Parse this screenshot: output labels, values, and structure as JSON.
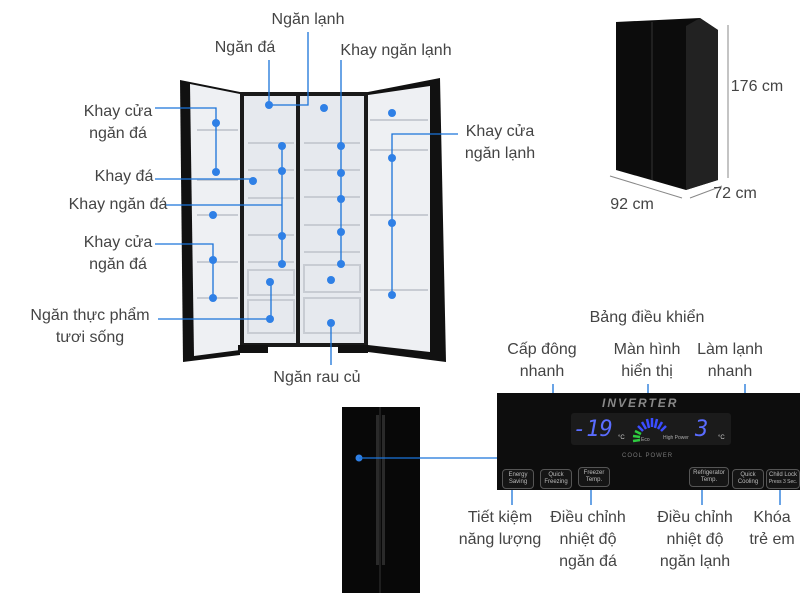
{
  "labels": {
    "ngan_lanh": "Ngăn lạnh",
    "ngan_da": "Ngăn đá",
    "khay_ngan_lanh": "Khay ngăn lạnh",
    "khay_cua_ngan_da_1": [
      "Khay cửa",
      "ngăn đá"
    ],
    "khay_da": "Khay đá",
    "khay_ngan_da": "Khay ngăn đá",
    "khay_cua_ngan_da_2": [
      "Khay cửa",
      "ngăn đá"
    ],
    "ngan_thuc_pham": [
      "Ngăn thực phẩm",
      "tươi sống"
    ],
    "khay_cua_ngan_lanh": [
      "Khay cửa",
      "ngăn lạnh"
    ],
    "ngan_rau_cu": "Ngăn rau củ"
  },
  "dimensions": {
    "height": "176 cm",
    "depth": "72 cm",
    "width": "92 cm"
  },
  "control_panel": {
    "title": "Bảng điều khiển",
    "top_labels": {
      "quick_freeze": [
        "Cấp đông",
        "nhanh"
      ],
      "display": [
        "Màn hình",
        "hiển thị"
      ],
      "quick_cool": [
        "Làm lạnh",
        "nhanh"
      ]
    },
    "bottom_labels": {
      "energy": [
        "Tiết kiệm",
        "năng lượng"
      ],
      "freezer_temp": [
        "Điều chỉnh",
        "nhiệt độ",
        "ngăn đá"
      ],
      "fridge_temp": [
        "Điều chỉnh",
        "nhiệt độ",
        "ngăn lạnh"
      ],
      "child_lock": [
        "Khóa",
        "trẻ em"
      ]
    },
    "brand": "INVERTER",
    "cool_power": "COOL POWER",
    "freezer_value": "-19",
    "fridge_value": "3",
    "unit": "°C",
    "eco": "Eco",
    "high_power": "High Power",
    "buttons": [
      [
        "Energy",
        "Saving"
      ],
      [
        "Quick",
        "Freezing"
      ],
      [
        "Freezer",
        "Temp."
      ],
      [
        "Refrigerator",
        "Temp."
      ],
      [
        "Quick",
        "Cooling"
      ],
      [
        "Child Lock",
        "Press 3 Sec."
      ]
    ]
  },
  "colors": {
    "accent": "#1a73d9",
    "display": "#5a6cff",
    "eco": "#2ecc40"
  }
}
